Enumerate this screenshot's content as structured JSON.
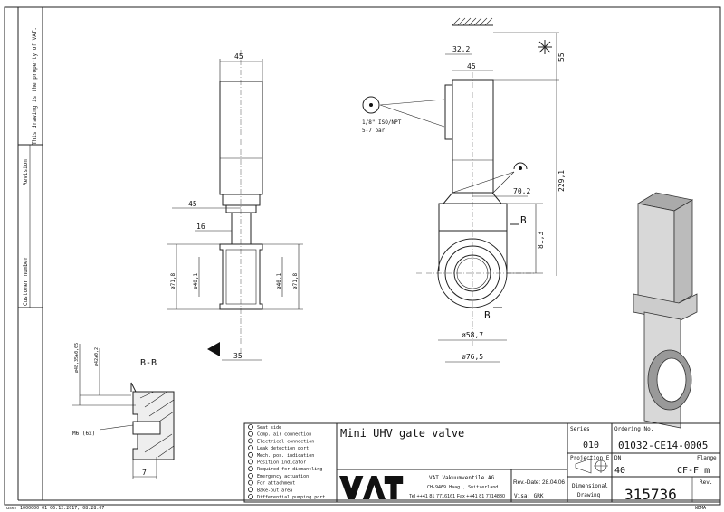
{
  "margin": {
    "property_note": "This drawing is the property of VAT.",
    "revision_label": "Revision",
    "customer_number_label": "Customer number",
    "footer_user": "user 1000000 01 06.12.2017, 08:28:07"
  },
  "front_view": {
    "dims": [
      "45",
      "45",
      "16",
      "ø71,8",
      "ø40,1",
      "ø40,1",
      "ø71,8",
      "35"
    ]
  },
  "side_view": {
    "dims": [
      "32,2",
      "45",
      "55",
      "229,1",
      "70,2",
      "81,3",
      "ø58,7",
      "ø76,5"
    ],
    "section_marks": [
      "B",
      "B"
    ],
    "air_connection": [
      "1/8\" ISO/NPT",
      "5-7 bar"
    ]
  },
  "section_view": {
    "title": "B-B",
    "dims": [
      "ø48,35±0,05",
      "ø42±0,2",
      "M6 (6x)",
      "7"
    ]
  },
  "legend": [
    {
      "icon": "seat-side-icon",
      "label": "Seat side"
    },
    {
      "icon": "comp-air-icon",
      "label": "Comp. air connection"
    },
    {
      "icon": "electrical-icon",
      "label": "Electrical connection"
    },
    {
      "icon": "leak-detection-icon",
      "label": "Leak detection port"
    },
    {
      "icon": "mech-pos-icon",
      "label": "Mech. pos. indication"
    },
    {
      "icon": "position-indicator-icon",
      "label": "Position indicator"
    },
    {
      "icon": "dismantling-icon",
      "label": "Required for dismantling"
    },
    {
      "icon": "emergency-icon",
      "label": "Emergency actuation"
    },
    {
      "icon": "attachment-icon",
      "label": "For attachment"
    },
    {
      "icon": "bake-out-icon",
      "label": "Bake-out area"
    },
    {
      "icon": "differential-pumping-icon",
      "label": "Differential pumping port"
    }
  ],
  "title_block": {
    "title": "Mini UHV gate valve",
    "company": "VAT Vakuumventile AG",
    "address": "CH-9469 Haag , Switzerland",
    "contact": "Tel ++41 81 7716161 Fax ++41 81 7714830",
    "logo": "VAT",
    "rev_date": "Rev.-Date: 28.04.06",
    "visa": "Visa: GRK",
    "series_label": "Series",
    "series": "010",
    "projection_label": "Projection E",
    "drawing_type": [
      "Dimensional",
      "Drawing"
    ],
    "ordering_label": "Ordering No.",
    "ordering_no": "01032-CE14-0005",
    "dn_label": "DN",
    "dn": "40",
    "flange_label": "Flange",
    "flange": "CF-F m",
    "rev_label": "Rev.",
    "drawing_no": "315736",
    "stamp": "WEMA"
  }
}
